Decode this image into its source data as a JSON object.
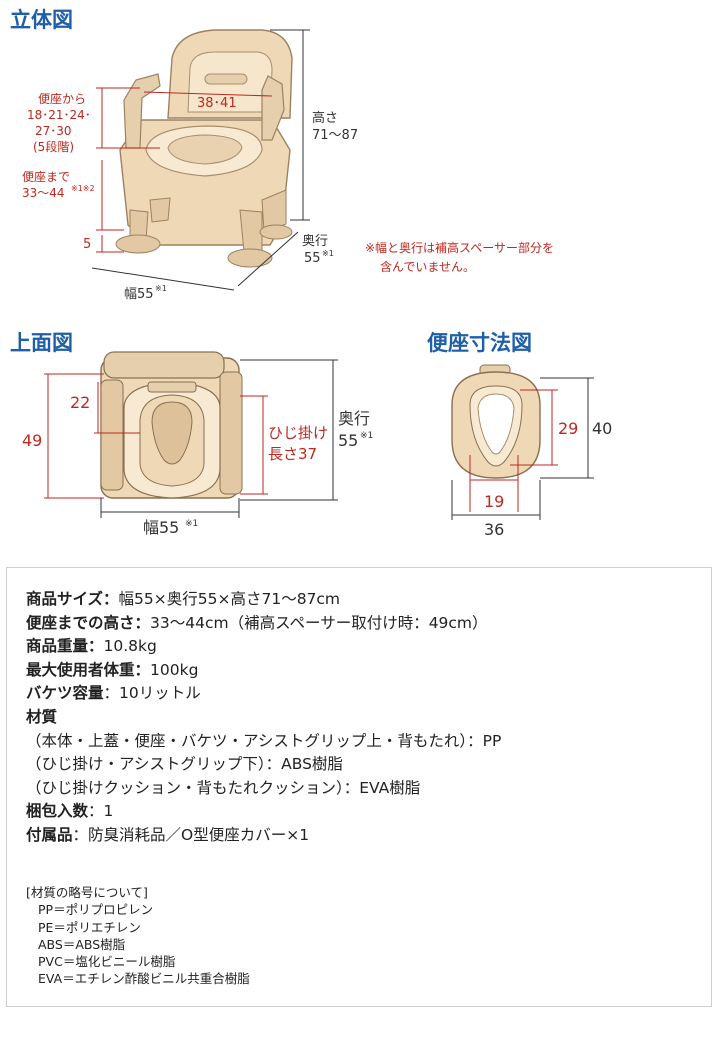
{
  "sections": {
    "perspective_title": "立体図",
    "top_view_title": "上面図",
    "seat_title": "便座寸法図"
  },
  "perspective": {
    "seat_from_label_1": "便座から",
    "seat_from_label_2": "18･21･24･",
    "seat_from_label_3": "27･30",
    "seat_from_label_4": "(5段階)",
    "seat_to_label_1": "便座まで",
    "seat_to_label_2": "33～44",
    "seat_to_sup": "※1※2",
    "inner_width": "38･41",
    "height_label_1": "高さ",
    "height_label_2": "71～87",
    "five": "5",
    "depth_label_1": "奥行",
    "depth_label_2": "55",
    "depth_sup": "※1",
    "width_label": "幅55",
    "width_sup": "※1",
    "note_1": "※幅と奥行は補高スペーサー部分を",
    "note_2": "含んでいません。"
  },
  "top_view": {
    "dim_22": "22",
    "dim_49": "49",
    "elbow_1": "ひじ掛け",
    "elbow_2": "長さ37",
    "depth_1": "奥行",
    "depth_2": "55",
    "depth_sup": "※1",
    "width": "幅55",
    "width_sup": "※1"
  },
  "seat_view": {
    "dim_29": "29",
    "dim_40": "40",
    "dim_19": "19",
    "dim_36": "36"
  },
  "specs": [
    {
      "key": "商品サイズ：",
      "value": "幅55×奥行55×高さ71～87cm"
    },
    {
      "key": "便座までの高さ：",
      "value": "33～44cm（補高スペーサー取付け時：49cm）"
    },
    {
      "key": "商品重量：",
      "value": "10.8kg"
    },
    {
      "key": "最大使用者体重：",
      "value": "100kg"
    },
    {
      "key": "バケツ容量",
      "value": "：10リットル"
    },
    {
      "key": "材質",
      "value": ""
    },
    {
      "key": "",
      "value": "（本体・上蓋・便座・バケツ・アシストグリップ上・背もたれ）：PP"
    },
    {
      "key": "",
      "value": "（ひじ掛け・アシストグリップ下）：ABS樹脂"
    },
    {
      "key": "",
      "value": "（ひじ掛けクッション・背もたれクッション）：EVA樹脂"
    },
    {
      "key": "梱包入数",
      "value": "：1"
    },
    {
      "key": "付属品",
      "value": "：防臭消耗品／O型便座カバー×1"
    }
  ],
  "abbrev": {
    "title": "[材質の略号について]",
    "items": [
      "PP＝ポリプロピレン",
      "PE＝ポリエチレン",
      "ABS＝ABS樹脂",
      "PVC＝塩化ビニール樹脂",
      "EVA＝エチレン酢酸ビニル共重合樹脂"
    ]
  },
  "colors": {
    "title_blue": "#1f5fa8",
    "dim_red": "#c0271e",
    "body_beige": "#efd8b6"
  }
}
